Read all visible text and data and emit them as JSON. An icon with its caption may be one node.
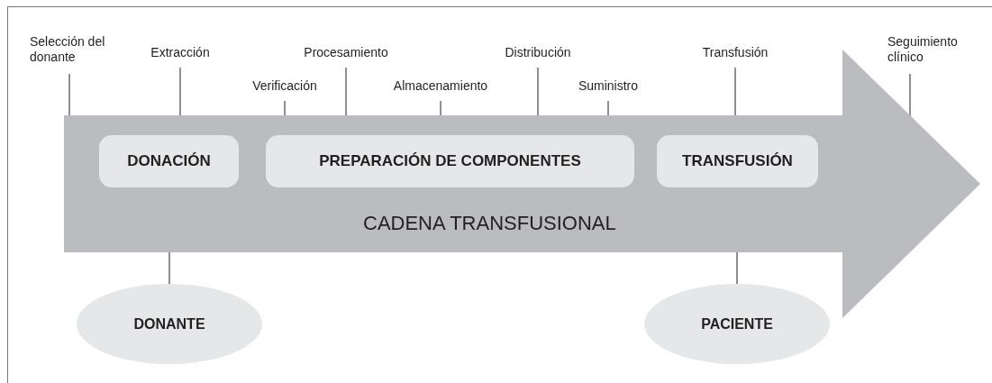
{
  "diagram": {
    "nodes": [
      {
        "text": [
          "CADENA TRANSFUSIONAL"
        ]
      },
      {
        "text": [
          "DONACIÓN"
        ],
        "in": 0
      },
      {
        "text": [
          "PREPARACIÓN DE COMPONENTES"
        ],
        "in": 0
      },
      {
        "text": [
          "TRANSFUSIÓN"
        ],
        "in": 0
      },
      {
        "text": [
          "DONANTE"
        ]
      },
      {
        "text": [
          "PACIENTE"
        ]
      },
      {
        "text": [
          "Selección del donante"
        ]
      },
      {
        "text": [
          "Extracción"
        ]
      },
      {
        "text": [
          "Verificación"
        ]
      },
      {
        "text": [
          "Procesamiento"
        ]
      },
      {
        "text": [
          "Almacenamiento"
        ]
      },
      {
        "text": [
          "Distribución"
        ]
      },
      {
        "text": [
          "Suministro"
        ]
      },
      {
        "text": [
          "Transfusión"
        ]
      },
      {
        "text": [
          "Seguimiento clínico"
        ]
      }
    ],
    "edges": [
      {
        "from": 6,
        "to": 0,
        "arrow": "none"
      },
      {
        "from": 7,
        "to": 0,
        "arrow": "none"
      },
      {
        "from": 8,
        "to": 0,
        "arrow": "none"
      },
      {
        "from": 9,
        "to": 0,
        "arrow": "none"
      },
      {
        "from": 10,
        "to": 0,
        "arrow": "none"
      },
      {
        "from": 11,
        "to": 0,
        "arrow": "none"
      },
      {
        "from": 12,
        "to": 0,
        "arrow": "none"
      },
      {
        "from": 13,
        "to": 0,
        "arrow": "none"
      },
      {
        "from": 14,
        "to": 0,
        "arrow": "none"
      },
      {
        "from": 0,
        "to": 4,
        "arrow": "none"
      },
      {
        "from": 0,
        "to": 5,
        "arrow": "none"
      }
    ]
  }
}
